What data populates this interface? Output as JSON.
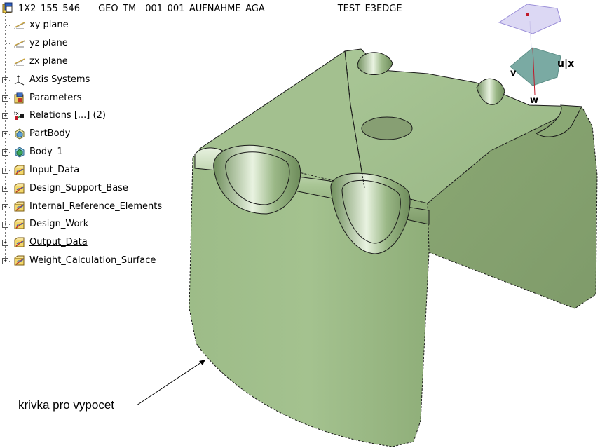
{
  "tree": {
    "root_label": "1X2_155_546____GEO_TM__001_001_AUFNAHME_AGA________________TEST_E3EDGE",
    "items": [
      {
        "label": "xy plane",
        "icon": "plane-icon",
        "expandable": false,
        "underline": false
      },
      {
        "label": "yz plane",
        "icon": "plane-icon",
        "expandable": false,
        "underline": false
      },
      {
        "label": "zx plane",
        "icon": "plane-icon",
        "expandable": false,
        "underline": false
      },
      {
        "label": "Axis Systems",
        "icon": "axis-systems-icon",
        "expandable": true,
        "underline": false
      },
      {
        "label": "Parameters",
        "icon": "parameters-icon",
        "expandable": true,
        "underline": false
      },
      {
        "label": "Relations [...] (2)",
        "icon": "relations-icon",
        "expandable": true,
        "underline": false
      },
      {
        "label": "PartBody",
        "icon": "partbody-icon",
        "expandable": true,
        "underline": false
      },
      {
        "label": "Body_1",
        "icon": "body-icon",
        "expandable": true,
        "underline": false
      },
      {
        "label": "Input_Data",
        "icon": "geometrical-set-icon",
        "expandable": true,
        "underline": false
      },
      {
        "label": "Design_Support_Base",
        "icon": "geometrical-set-icon",
        "expandable": true,
        "underline": false
      },
      {
        "label": "Internal_Reference_Elements",
        "icon": "geometrical-set-icon",
        "expandable": true,
        "underline": false
      },
      {
        "label": "Design_Work",
        "icon": "geometrical-set-icon",
        "expandable": true,
        "underline": false
      },
      {
        "label": "Output_Data",
        "icon": "geometrical-set-icon",
        "expandable": true,
        "underline": true
      },
      {
        "label": "Weight_Calculation_Surface",
        "icon": "geometrical-set-icon",
        "expandable": true,
        "underline": false
      }
    ]
  },
  "compass": {
    "labels": {
      "u_x": "u|x",
      "v": "v",
      "w": "w"
    }
  },
  "annotation": {
    "text": "krivka pro vypocet"
  },
  "colors": {
    "part_face_light": "#a6c293",
    "part_face_mid": "#97b583",
    "part_face_dark": "#84a06f",
    "part_edge": "#1a1a1a",
    "compass_fill": "#d8d4f0",
    "compass_teal": "#78a7a0"
  }
}
